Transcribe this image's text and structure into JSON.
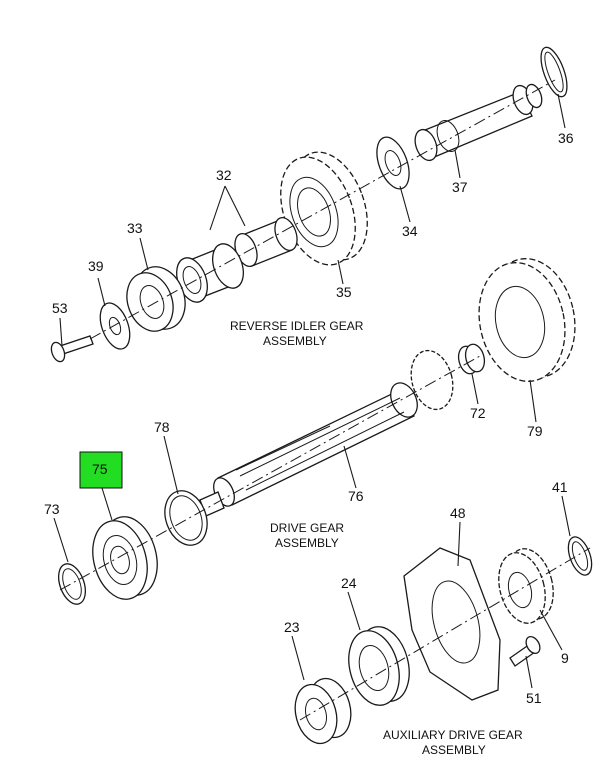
{
  "callouts": {
    "c36": "36",
    "c37": "37",
    "c34": "34",
    "c32": "32",
    "c33": "33",
    "c35": "35",
    "c39": "39",
    "c53": "53",
    "c72": "72",
    "c79": "79",
    "c78": "78",
    "c76": "76",
    "c75": "75",
    "c73": "73",
    "c41": "41",
    "c48": "48",
    "c24": "24",
    "c23": "23",
    "c9": "9",
    "c51": "51"
  },
  "captions": {
    "reverse_idler_line1": "REVERSE IDLER GEAR",
    "reverse_idler_line2": "ASSEMBLY",
    "drive_gear_line1": "DRIVE GEAR",
    "drive_gear_line2": "ASSEMBLY",
    "aux_drive_line1": "AUXILIARY DRIVE GEAR",
    "aux_drive_line2": "ASSEMBLY"
  },
  "highlight": {
    "part": "75",
    "color": "#22dd22"
  }
}
